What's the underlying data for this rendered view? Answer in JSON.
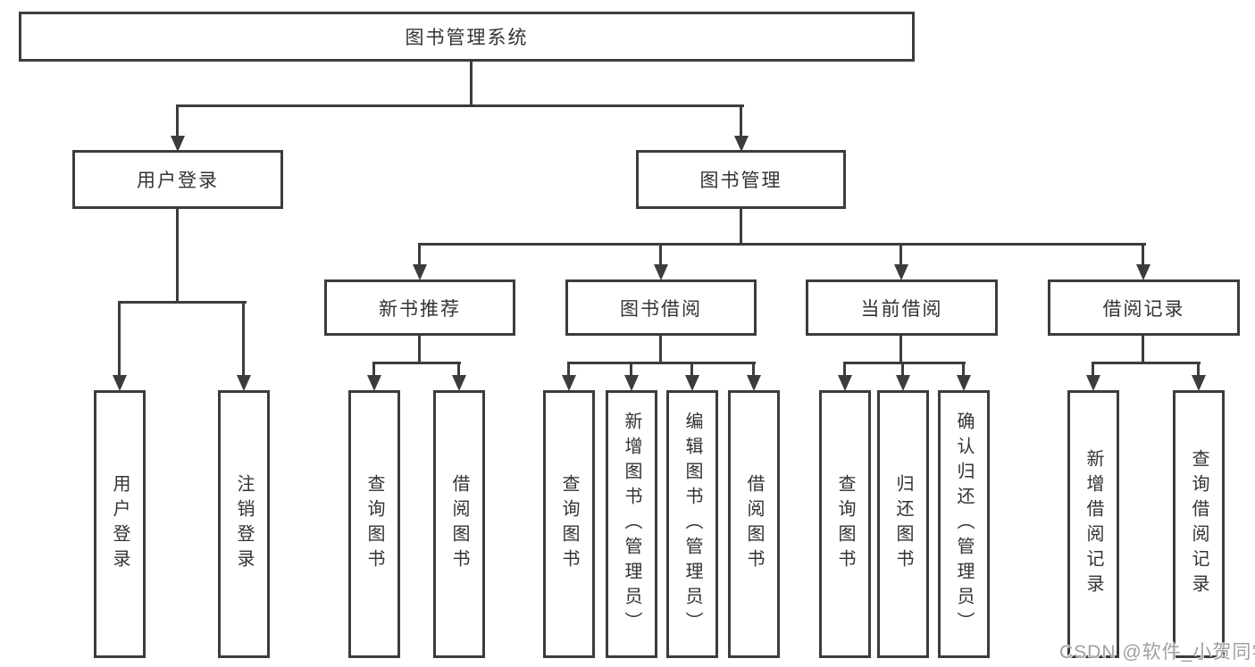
{
  "diagram": {
    "root": "图书管理系统",
    "user_login": {
      "label": "用户登录",
      "children": [
        "用户登录",
        "注销登录"
      ]
    },
    "book_mgmt": {
      "label": "图书管理",
      "groups": [
        {
          "label": "新书推荐",
          "children": [
            "查询图书",
            "借阅图书"
          ]
        },
        {
          "label": "图书借阅",
          "children": [
            "查询图书",
            "新增图书（管理员）",
            "编辑图书（管理员）",
            "借阅图书"
          ]
        },
        {
          "label": "当前借阅",
          "children": [
            "查询图书",
            "归还图书",
            "确认归还（管理员）"
          ]
        },
        {
          "label": "借阅记录",
          "children": [
            "新增借阅记录",
            "查询借阅记录"
          ]
        }
      ]
    }
  },
  "watermark": {
    "text": "CSDN @软件_小贺同学",
    "color": "#a0a0a0"
  },
  "colors": {
    "line": "#3c3c3c",
    "text": "#333333",
    "background": "#ffffff"
  }
}
